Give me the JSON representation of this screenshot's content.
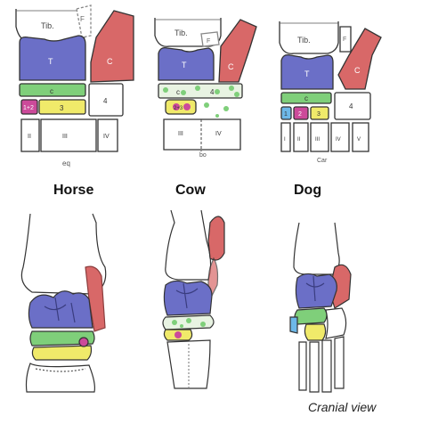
{
  "colors": {
    "talus": "#6b6fc7",
    "calcaneus": "#d86868",
    "central": "#7fcf7a",
    "third": "#f0ea6a",
    "first_second": "#cc4a9a",
    "first": "#6db8e8",
    "outline": "#333333"
  },
  "schematic": {
    "horse": {
      "tib": "Tib.",
      "fib": "F",
      "talus": "T",
      "calcaneus": "C",
      "central": "c",
      "t12": "1+2",
      "t3": "3",
      "t4": "4",
      "mt2": "II",
      "mt3": "III",
      "mt4": "IV",
      "species": "eq"
    },
    "cow": {
      "tib": "Tib.",
      "fib": "F",
      "talus": "T",
      "calcaneus": "C",
      "c_left": "c",
      "c_right": "4",
      "t23": "2+3",
      "mt3": "III",
      "mt4": "IV",
      "species": "bo"
    },
    "dog": {
      "tib": "Tib.",
      "fib": "F",
      "talus": "T",
      "calcaneus": "C",
      "central": "c",
      "t1": "1",
      "t2": "2",
      "t3": "3",
      "t4": "4",
      "mt1": "I",
      "mt2": "II",
      "mt3": "III",
      "mt4": "IV",
      "mt5": "V",
      "species": "Car"
    }
  },
  "titles": {
    "horse": "Horse",
    "cow": "Cow",
    "dog": "Dog"
  },
  "caption": "Cranial view"
}
